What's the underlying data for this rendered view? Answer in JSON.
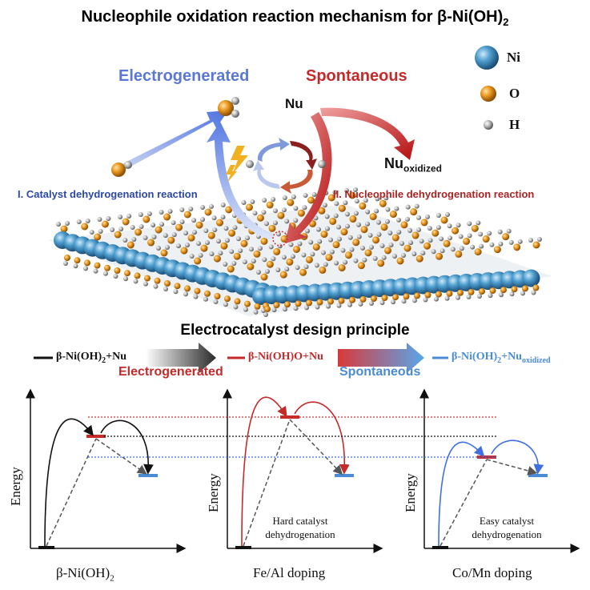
{
  "header": {
    "title_main": "Nucleophile oxidation reaction mechanism for β-Ni(OH)",
    "title_sub": "2"
  },
  "mechanism": {
    "electrogenerated_label": "Electrogenerated",
    "spontaneous_label": "Spontaneous",
    "nu_label": "Nu",
    "nu_oxidized_base": "Nu",
    "nu_oxidized_sub": "oxidized",
    "reaction_1": "I. Catalyst dehydrogenation reaction",
    "reaction_2": "II. Nucleophile dehydrogenation reaction",
    "colors": {
      "ni": "#3b8fc4",
      "o": "#e08a1a",
      "h": "#9a9a9a",
      "electro": "#5b78d6",
      "spont": "#c42a2a"
    }
  },
  "legend": [
    {
      "symbol": "Ni",
      "color": "#3b8fc4"
    },
    {
      "symbol": "O",
      "color": "#e08a1a"
    },
    {
      "symbol": "H",
      "color": "#9a9a9a"
    }
  ],
  "design": {
    "title": "Electrocatalyst design principle",
    "state_1": {
      "text": "β-Ni(OH)",
      "sub": "2",
      "tail": "+Nu",
      "color": "#111111"
    },
    "state_2": {
      "text": "β-Ni(OH)O+Nu",
      "color": "#c42a2a"
    },
    "state_3": {
      "text": "β-Ni(OH)",
      "sub": "2",
      "tail": "+Nu",
      "tail_sub": "oxidized",
      "color": "#4a8bd8"
    },
    "electro_label": "Electrogenerated",
    "spont_label": "Spontaneous"
  },
  "panels": [
    {
      "axis_label": "Energy",
      "title": "β-Ni(OH)",
      "title_sub": "2",
      "note": ""
    },
    {
      "axis_label": "Energy",
      "title": "Fe/Al doping",
      "title_sub": "",
      "note_line1": "Hard catalyst",
      "note_line2": "dehydrogenation"
    },
    {
      "axis_label": "Energy",
      "title": "Co/Mn doping",
      "title_sub": "",
      "note_line1": "Easy catalyst",
      "note_line2": "dehydrogenation"
    }
  ]
}
